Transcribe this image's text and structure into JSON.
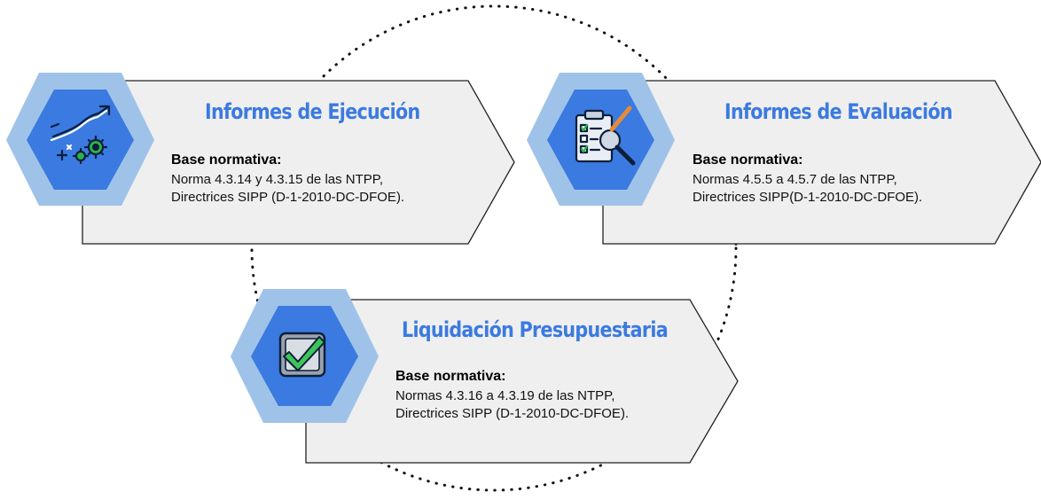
{
  "colors": {
    "hex_outer": "#9fc3e8",
    "hex_inner": "#3b7ae0",
    "card_fill": "#efefef",
    "card_stroke": "#222222",
    "title": "#3b7ae0",
    "dots": "#111111"
  },
  "cards": [
    {
      "title": "Informes de Ejecución",
      "subtitle": "Base normativa:",
      "line1": "Norma 4.3.14 y 4.3.15 de las NTPP,",
      "line2": "Directrices SIPP (D-1-2010-DC-DFOE).",
      "icon": "growth-chart-gears-icon"
    },
    {
      "title": "Informes de Evaluación",
      "subtitle": "Base normativa:",
      "line1": "Normas 4.5.5 a 4.5.7 de las NTPP,",
      "line2": "Directrices SIPP(D-1-2010-DC-DFOE).",
      "icon": "clipboard-magnifier-icon"
    },
    {
      "title": "Liquidación Presupuestaria",
      "subtitle": "Base normativa:",
      "line1": "Normas 4.3.16 a 4.3.19 de las NTPP,",
      "line2": "Directrices SIPP (D-1-2010-DC-DFOE).",
      "icon": "checkbox-checked-icon"
    }
  ]
}
